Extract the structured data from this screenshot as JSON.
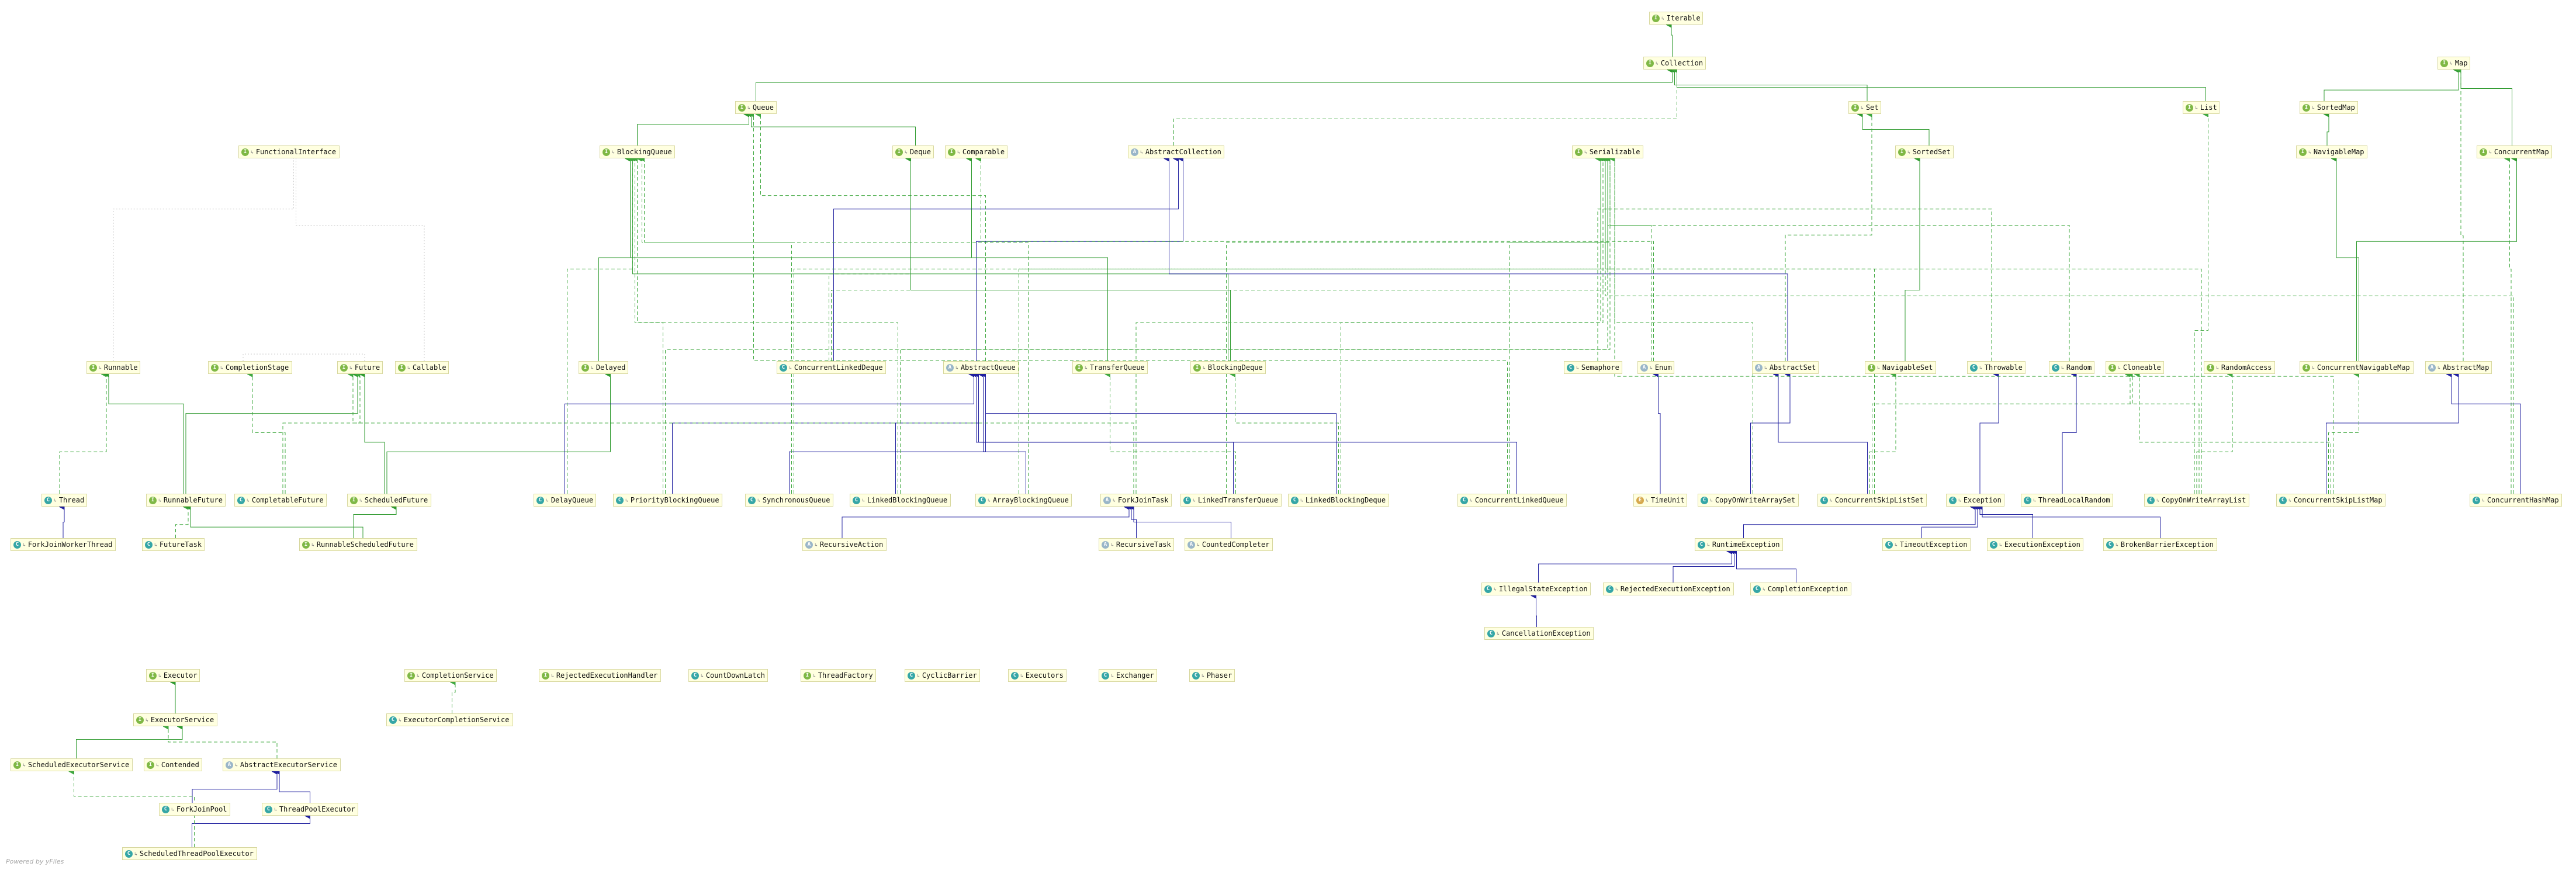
{
  "nodes": [
    {
      "id": "Iterable",
      "label": "Iterable",
      "kind": "i"
    },
    {
      "id": "Collection",
      "label": "Collection",
      "kind": "i"
    },
    {
      "id": "Map",
      "label": "Map",
      "kind": "i"
    },
    {
      "id": "Queue",
      "label": "Queue",
      "kind": "i"
    },
    {
      "id": "Set",
      "label": "Set",
      "kind": "i"
    },
    {
      "id": "List",
      "label": "List",
      "kind": "i"
    },
    {
      "id": "SortedMap",
      "label": "SortedMap",
      "kind": "i"
    },
    {
      "id": "FunctionalInterface",
      "label": "FunctionalInterface",
      "kind": "i"
    },
    {
      "id": "BlockingQueue",
      "label": "BlockingQueue",
      "kind": "i"
    },
    {
      "id": "Deque",
      "label": "Deque",
      "kind": "i"
    },
    {
      "id": "Comparable",
      "label": "Comparable",
      "kind": "i"
    },
    {
      "id": "AbstractCollection",
      "label": "AbstractCollection",
      "kind": "a"
    },
    {
      "id": "Serializable",
      "label": "Serializable",
      "kind": "i"
    },
    {
      "id": "SortedSet",
      "label": "SortedSet",
      "kind": "i"
    },
    {
      "id": "NavigableMap",
      "label": "NavigableMap",
      "kind": "i"
    },
    {
      "id": "ConcurrentMap",
      "label": "ConcurrentMap",
      "kind": "i"
    },
    {
      "id": "Runnable",
      "label": "Runnable",
      "kind": "i"
    },
    {
      "id": "CompletionStage",
      "label": "CompletionStage",
      "kind": "i"
    },
    {
      "id": "Future",
      "label": "Future",
      "kind": "i"
    },
    {
      "id": "Callable",
      "label": "Callable",
      "kind": "i"
    },
    {
      "id": "Delayed",
      "label": "Delayed",
      "kind": "i"
    },
    {
      "id": "ConcurrentLinkedDeque",
      "label": "ConcurrentLinkedDeque",
      "kind": "c"
    },
    {
      "id": "AbstractQueue",
      "label": "AbstractQueue",
      "kind": "a"
    },
    {
      "id": "TransferQueue",
      "label": "TransferQueue",
      "kind": "i"
    },
    {
      "id": "BlockingDeque",
      "label": "BlockingDeque",
      "kind": "i"
    },
    {
      "id": "Semaphore",
      "label": "Semaphore",
      "kind": "c"
    },
    {
      "id": "Enum",
      "label": "Enum",
      "kind": "a"
    },
    {
      "id": "AbstractSet",
      "label": "AbstractSet",
      "kind": "a"
    },
    {
      "id": "NavigableSet",
      "label": "NavigableSet",
      "kind": "i"
    },
    {
      "id": "Throwable",
      "label": "Throwable",
      "kind": "c"
    },
    {
      "id": "Random",
      "label": "Random",
      "kind": "c"
    },
    {
      "id": "Cloneable",
      "label": "Cloneable",
      "kind": "i"
    },
    {
      "id": "RandomAccess",
      "label": "RandomAccess",
      "kind": "i"
    },
    {
      "id": "ConcurrentNavigableMap",
      "label": "ConcurrentNavigableMap",
      "kind": "i"
    },
    {
      "id": "AbstractMap",
      "label": "AbstractMap",
      "kind": "a"
    },
    {
      "id": "Thread",
      "label": "Thread",
      "kind": "c"
    },
    {
      "id": "RunnableFuture",
      "label": "RunnableFuture",
      "kind": "i"
    },
    {
      "id": "CompletableFuture",
      "label": "CompletableFuture",
      "kind": "c"
    },
    {
      "id": "ScheduledFuture",
      "label": "ScheduledFuture",
      "kind": "i"
    },
    {
      "id": "DelayQueue",
      "label": "DelayQueue",
      "kind": "c"
    },
    {
      "id": "PriorityBlockingQueue",
      "label": "PriorityBlockingQueue",
      "kind": "c"
    },
    {
      "id": "SynchronousQueue",
      "label": "SynchronousQueue",
      "kind": "c"
    },
    {
      "id": "LinkedBlockingQueue",
      "label": "LinkedBlockingQueue",
      "kind": "c"
    },
    {
      "id": "ArrayBlockingQueue",
      "label": "ArrayBlockingQueue",
      "kind": "c"
    },
    {
      "id": "ForkJoinTask",
      "label": "ForkJoinTask",
      "kind": "a"
    },
    {
      "id": "LinkedTransferQueue",
      "label": "LinkedTransferQueue",
      "kind": "c"
    },
    {
      "id": "LinkedBlockingDeque",
      "label": "LinkedBlockingDeque",
      "kind": "c"
    },
    {
      "id": "ConcurrentLinkedQueue",
      "label": "ConcurrentLinkedQueue",
      "kind": "c"
    },
    {
      "id": "TimeUnit",
      "label": "TimeUnit",
      "kind": "e"
    },
    {
      "id": "CopyOnWriteArraySet",
      "label": "CopyOnWriteArraySet",
      "kind": "c"
    },
    {
      "id": "ConcurrentSkipListSet",
      "label": "ConcurrentSkipListSet",
      "kind": "c"
    },
    {
      "id": "Exception",
      "label": "Exception",
      "kind": "c"
    },
    {
      "id": "ThreadLocalRandom",
      "label": "ThreadLocalRandom",
      "kind": "c"
    },
    {
      "id": "CopyOnWriteArrayList",
      "label": "CopyOnWriteArrayList",
      "kind": "c"
    },
    {
      "id": "ConcurrentSkipListMap",
      "label": "ConcurrentSkipListMap",
      "kind": "c"
    },
    {
      "id": "ConcurrentHashMap",
      "label": "ConcurrentHashMap",
      "kind": "c"
    },
    {
      "id": "ForkJoinWorkerThread",
      "label": "ForkJoinWorkerThread",
      "kind": "c"
    },
    {
      "id": "FutureTask",
      "label": "FutureTask",
      "kind": "c"
    },
    {
      "id": "RunnableScheduledFuture",
      "label": "RunnableScheduledFuture",
      "kind": "i"
    },
    {
      "id": "RecursiveAction",
      "label": "RecursiveAction",
      "kind": "a"
    },
    {
      "id": "RecursiveTask",
      "label": "RecursiveTask",
      "kind": "a"
    },
    {
      "id": "CountedCompleter",
      "label": "CountedCompleter",
      "kind": "a"
    },
    {
      "id": "RuntimeException",
      "label": "RuntimeException",
      "kind": "c"
    },
    {
      "id": "TimeoutException",
      "label": "TimeoutException",
      "kind": "c"
    },
    {
      "id": "ExecutionException",
      "label": "ExecutionException",
      "kind": "c"
    },
    {
      "id": "BrokenBarrierException",
      "label": "BrokenBarrierException",
      "kind": "c"
    },
    {
      "id": "IllegalStateException",
      "label": "IllegalStateException",
      "kind": "c"
    },
    {
      "id": "RejectedExecutionException",
      "label": "RejectedExecutionException",
      "kind": "c"
    },
    {
      "id": "CompletionException",
      "label": "CompletionException",
      "kind": "c"
    },
    {
      "id": "CancellationException",
      "label": "CancellationException",
      "kind": "c"
    },
    {
      "id": "Executor",
      "label": "Executor",
      "kind": "i"
    },
    {
      "id": "CompletionService",
      "label": "CompletionService",
      "kind": "i"
    },
    {
      "id": "RejectedExecutionHandler",
      "label": "RejectedExecutionHandler",
      "kind": "i"
    },
    {
      "id": "CountDownLatch",
      "label": "CountDownLatch",
      "kind": "c"
    },
    {
      "id": "ThreadFactory",
      "label": "ThreadFactory",
      "kind": "i"
    },
    {
      "id": "CyclicBarrier",
      "label": "CyclicBarrier",
      "kind": "c"
    },
    {
      "id": "Executors",
      "label": "Executors",
      "kind": "c"
    },
    {
      "id": "Exchanger",
      "label": "Exchanger",
      "kind": "c"
    },
    {
      "id": "Phaser",
      "label": "Phaser",
      "kind": "c"
    },
    {
      "id": "ExecutorService",
      "label": "ExecutorService",
      "kind": "i"
    },
    {
      "id": "ExecutorCompletionService",
      "label": "ExecutorCompletionService",
      "kind": "c"
    },
    {
      "id": "ScheduledExecutorService",
      "label": "ScheduledExecutorService",
      "kind": "i"
    },
    {
      "id": "Contended",
      "label": "Contended",
      "kind": "i"
    },
    {
      "id": "AbstractExecutorService",
      "label": "AbstractExecutorService",
      "kind": "a"
    },
    {
      "id": "ForkJoinPool",
      "label": "ForkJoinPool",
      "kind": "c"
    },
    {
      "id": "ThreadPoolExecutor",
      "label": "ThreadPoolExecutor",
      "kind": "c"
    },
    {
      "id": "ScheduledThreadPoolExecutor",
      "label": "ScheduledThreadPoolExecutor",
      "kind": "c"
    }
  ],
  "edges": [
    {
      "from": "Collection",
      "to": "Iterable",
      "type": "ii"
    },
    {
      "from": "Queue",
      "to": "Collection",
      "type": "ii"
    },
    {
      "from": "Set",
      "to": "Collection",
      "type": "ii"
    },
    {
      "from": "List",
      "to": "Collection",
      "type": "ii"
    },
    {
      "from": "SortedMap",
      "to": "Map",
      "type": "ii"
    },
    {
      "from": "ConcurrentMap",
      "to": "Map",
      "type": "ii"
    },
    {
      "from": "BlockingQueue",
      "to": "Queue",
      "type": "ii"
    },
    {
      "from": "Deque",
      "to": "Queue",
      "type": "ii"
    },
    {
      "from": "SortedSet",
      "to": "Set",
      "type": "ii"
    },
    {
      "from": "NavigableMap",
      "to": "SortedMap",
      "type": "ii"
    },
    {
      "from": "AbstractCollection",
      "to": "Collection",
      "type": "impl"
    },
    {
      "from": "Runnable",
      "to": "FunctionalInterface",
      "type": "assoc"
    },
    {
      "from": "Callable",
      "to": "FunctionalInterface",
      "type": "assoc"
    },
    {
      "from": "Future",
      "to": "CompletionStage",
      "type": "assoc"
    },
    {
      "from": "Delayed",
      "to": "Comparable",
      "type": "ii"
    },
    {
      "from": "ConcurrentLinkedDeque",
      "to": "Deque",
      "type": "impl"
    },
    {
      "from": "ConcurrentLinkedDeque",
      "to": "Serializable",
      "type": "impl"
    },
    {
      "from": "ConcurrentLinkedDeque",
      "to": "AbstractCollection",
      "type": "ext"
    },
    {
      "from": "AbstractQueue",
      "to": "Queue",
      "type": "impl"
    },
    {
      "from": "AbstractQueue",
      "to": "AbstractCollection",
      "type": "ext"
    },
    {
      "from": "TransferQueue",
      "to": "BlockingQueue",
      "type": "ii"
    },
    {
      "from": "BlockingDeque",
      "to": "BlockingQueue",
      "type": "ii"
    },
    {
      "from": "BlockingDeque",
      "to": "Deque",
      "type": "ii"
    },
    {
      "from": "Semaphore",
      "to": "Serializable",
      "type": "impl"
    },
    {
      "from": "Enum",
      "to": "Serializable",
      "type": "impl"
    },
    {
      "from": "Enum",
      "to": "Comparable",
      "type": "impl"
    },
    {
      "from": "AbstractSet",
      "to": "Set",
      "type": "impl"
    },
    {
      "from": "AbstractSet",
      "to": "AbstractCollection",
      "type": "ext"
    },
    {
      "from": "NavigableSet",
      "to": "SortedSet",
      "type": "ii"
    },
    {
      "from": "Throwable",
      "to": "Serializable",
      "type": "impl"
    },
    {
      "from": "Random",
      "to": "Serializable",
      "type": "impl"
    },
    {
      "from": "ConcurrentNavigableMap",
      "to": "ConcurrentMap",
      "type": "ii"
    },
    {
      "from": "ConcurrentNavigableMap",
      "to": "NavigableMap",
      "type": "ii"
    },
    {
      "from": "AbstractMap",
      "to": "Map",
      "type": "impl"
    },
    {
      "from": "Thread",
      "to": "Runnable",
      "type": "impl"
    },
    {
      "from": "RunnableFuture",
      "to": "Runnable",
      "type": "ii"
    },
    {
      "from": "RunnableFuture",
      "to": "Future",
      "type": "ii"
    },
    {
      "from": "CompletableFuture",
      "to": "Future",
      "type": "impl"
    },
    {
      "from": "CompletableFuture",
      "to": "CompletionStage",
      "type": "impl"
    },
    {
      "from": "ScheduledFuture",
      "to": "Future",
      "type": "ii"
    },
    {
      "from": "ScheduledFuture",
      "to": "Delayed",
      "type": "ii"
    },
    {
      "from": "DelayQueue",
      "to": "AbstractQueue",
      "type": "ext"
    },
    {
      "from": "DelayQueue",
      "to": "BlockingQueue",
      "type": "impl"
    },
    {
      "from": "PriorityBlockingQueue",
      "to": "AbstractQueue",
      "type": "ext"
    },
    {
      "from": "PriorityBlockingQueue",
      "to": "BlockingQueue",
      "type": "impl"
    },
    {
      "from": "PriorityBlockingQueue",
      "to": "Serializable",
      "type": "impl"
    },
    {
      "from": "SynchronousQueue",
      "to": "AbstractQueue",
      "type": "ext"
    },
    {
      "from": "SynchronousQueue",
      "to": "BlockingQueue",
      "type": "impl"
    },
    {
      "from": "SynchronousQueue",
      "to": "Serializable",
      "type": "impl"
    },
    {
      "from": "LinkedBlockingQueue",
      "to": "AbstractQueue",
      "type": "ext"
    },
    {
      "from": "LinkedBlockingQueue",
      "to": "BlockingQueue",
      "type": "impl"
    },
    {
      "from": "LinkedBlockingQueue",
      "to": "Serializable",
      "type": "impl"
    },
    {
      "from": "ArrayBlockingQueue",
      "to": "AbstractQueue",
      "type": "ext"
    },
    {
      "from": "ArrayBlockingQueue",
      "to": "BlockingQueue",
      "type": "impl"
    },
    {
      "from": "ArrayBlockingQueue",
      "to": "Serializable",
      "type": "impl"
    },
    {
      "from": "ForkJoinTask",
      "to": "Future",
      "type": "impl"
    },
    {
      "from": "ForkJoinTask",
      "to": "Serializable",
      "type": "impl"
    },
    {
      "from": "LinkedTransferQueue",
      "to": "AbstractQueue",
      "type": "ext"
    },
    {
      "from": "LinkedTransferQueue",
      "to": "TransferQueue",
      "type": "impl"
    },
    {
      "from": "LinkedTransferQueue",
      "to": "Serializable",
      "type": "impl"
    },
    {
      "from": "LinkedBlockingDeque",
      "to": "AbstractQueue",
      "type": "ext"
    },
    {
      "from": "LinkedBlockingDeque",
      "to": "BlockingDeque",
      "type": "impl"
    },
    {
      "from": "LinkedBlockingDeque",
      "to": "Serializable",
      "type": "impl"
    },
    {
      "from": "ConcurrentLinkedQueue",
      "to": "AbstractQueue",
      "type": "ext"
    },
    {
      "from": "ConcurrentLinkedQueue",
      "to": "Queue",
      "type": "impl"
    },
    {
      "from": "ConcurrentLinkedQueue",
      "to": "Serializable",
      "type": "impl"
    },
    {
      "from": "TimeUnit",
      "to": "Enum",
      "type": "ext"
    },
    {
      "from": "CopyOnWriteArraySet",
      "to": "AbstractSet",
      "type": "ext"
    },
    {
      "from": "CopyOnWriteArraySet",
      "to": "Serializable",
      "type": "impl"
    },
    {
      "from": "ConcurrentSkipListSet",
      "to": "AbstractSet",
      "type": "ext"
    },
    {
      "from": "ConcurrentSkipListSet",
      "to": "NavigableSet",
      "type": "impl"
    },
    {
      "from": "ConcurrentSkipListSet",
      "to": "Cloneable",
      "type": "impl"
    },
    {
      "from": "ConcurrentSkipListSet",
      "to": "Serializable",
      "type": "impl"
    },
    {
      "from": "Exception",
      "to": "Throwable",
      "type": "ext"
    },
    {
      "from": "ThreadLocalRandom",
      "to": "Random",
      "type": "ext"
    },
    {
      "from": "CopyOnWriteArrayList",
      "to": "List",
      "type": "impl"
    },
    {
      "from": "CopyOnWriteArrayList",
      "to": "RandomAccess",
      "type": "impl"
    },
    {
      "from": "CopyOnWriteArrayList",
      "to": "Cloneable",
      "type": "impl"
    },
    {
      "from": "CopyOnWriteArrayList",
      "to": "Serializable",
      "type": "impl"
    },
    {
      "from": "ConcurrentSkipListMap",
      "to": "AbstractMap",
      "type": "ext"
    },
    {
      "from": "ConcurrentSkipListMap",
      "to": "ConcurrentNavigableMap",
      "type": "impl"
    },
    {
      "from": "ConcurrentSkipListMap",
      "to": "Cloneable",
      "type": "impl"
    },
    {
      "from": "ConcurrentSkipListMap",
      "to": "Serializable",
      "type": "impl"
    },
    {
      "from": "ConcurrentHashMap",
      "to": "AbstractMap",
      "type": "ext"
    },
    {
      "from": "ConcurrentHashMap",
      "to": "ConcurrentMap",
      "type": "impl"
    },
    {
      "from": "ConcurrentHashMap",
      "to": "Serializable",
      "type": "impl"
    },
    {
      "from": "ForkJoinWorkerThread",
      "to": "Thread",
      "type": "ext"
    },
    {
      "from": "FutureTask",
      "to": "RunnableFuture",
      "type": "impl"
    },
    {
      "from": "RunnableScheduledFuture",
      "to": "RunnableFuture",
      "type": "ii"
    },
    {
      "from": "RunnableScheduledFuture",
      "to": "ScheduledFuture",
      "type": "ii"
    },
    {
      "from": "RecursiveAction",
      "to": "ForkJoinTask",
      "type": "ext"
    },
    {
      "from": "RecursiveTask",
      "to": "ForkJoinTask",
      "type": "ext"
    },
    {
      "from": "CountedCompleter",
      "to": "ForkJoinTask",
      "type": "ext"
    },
    {
      "from": "RuntimeException",
      "to": "Exception",
      "type": "ext"
    },
    {
      "from": "TimeoutException",
      "to": "Exception",
      "type": "ext"
    },
    {
      "from": "ExecutionException",
      "to": "Exception",
      "type": "ext"
    },
    {
      "from": "BrokenBarrierException",
      "to": "Exception",
      "type": "ext"
    },
    {
      "from": "IllegalStateException",
      "to": "RuntimeException",
      "type": "ext"
    },
    {
      "from": "RejectedExecutionException",
      "to": "RuntimeException",
      "type": "ext"
    },
    {
      "from": "CompletionException",
      "to": "RuntimeException",
      "type": "ext"
    },
    {
      "from": "CancellationException",
      "to": "IllegalStateException",
      "type": "ext"
    },
    {
      "from": "ExecutorService",
      "to": "Executor",
      "type": "ii"
    },
    {
      "from": "ExecutorCompletionService",
      "to": "CompletionService",
      "type": "impl"
    },
    {
      "from": "ScheduledExecutorService",
      "to": "ExecutorService",
      "type": "ii"
    },
    {
      "from": "AbstractExecutorService",
      "to": "ExecutorService",
      "type": "impl"
    },
    {
      "from": "ForkJoinPool",
      "to": "AbstractExecutorService",
      "type": "ext"
    },
    {
      "from": "ThreadPoolExecutor",
      "to": "AbstractExecutorService",
      "type": "ext"
    },
    {
      "from": "ScheduledThreadPoolExecutor",
      "to": "ThreadPoolExecutor",
      "type": "ext"
    },
    {
      "from": "ScheduledThreadPoolExecutor",
      "to": "ScheduledExecutorService",
      "type": "impl"
    }
  ],
  "colors": {
    "interface_extends": "#2e9a2e",
    "implements": "#3fa83f",
    "extends": "#1f1f9f",
    "inner": "#c8b400",
    "node_fill": "#ffffe0",
    "node_border": "#d8d8a0"
  },
  "footer": "Powered by yFiles"
}
